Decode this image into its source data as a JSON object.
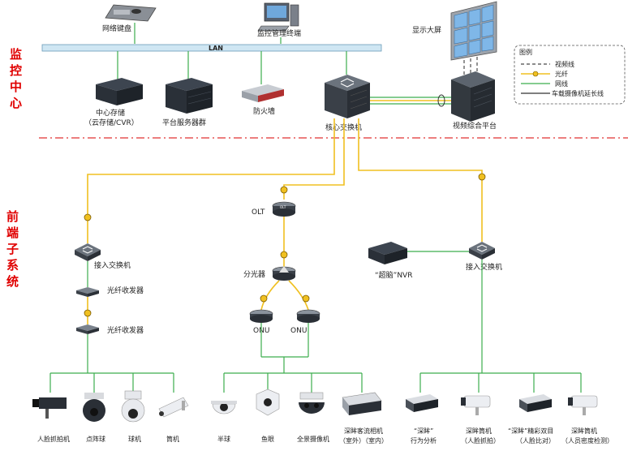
{
  "sections": {
    "monitoring_center": [
      "监",
      "控",
      "中",
      "心"
    ],
    "front_end": [
      "前",
      "端",
      "子",
      "系",
      "统"
    ]
  },
  "lan_label": "LAN",
  "top": {
    "keyboard": "网络键盘",
    "terminal": "监控管理终端",
    "screen": "显示大屏"
  },
  "center": {
    "storage_line1": "中心存储",
    "storage_line2": "（云存储/CVR）",
    "server": "平台服务器群",
    "firewall": "防火墙",
    "core_switch": "核心交换机",
    "video_platform": "视频综合平台"
  },
  "legend": {
    "title": "图例",
    "video_line": "视频线",
    "fiber": "光纤",
    "network": "网线",
    "vehicle_ext": "车载摄像机延长线"
  },
  "frontend": {
    "access_switch_left": "接入交换机",
    "transceiver_1": "光纤收发器",
    "transceiver_2": "光纤收发器",
    "olt": "OLT",
    "splitter": "分光器",
    "onu_1": "ONU",
    "onu_2": "ONU",
    "nvr": "“超脑”NVR",
    "access_switch_right": "接入交换机"
  },
  "cameras": [
    {
      "line1": "人脸抓拍机",
      "line2": ""
    },
    {
      "line1": "点阵球",
      "line2": ""
    },
    {
      "line1": "球机",
      "line2": ""
    },
    {
      "line1": "筒机",
      "line2": ""
    },
    {
      "line1": "半球",
      "line2": ""
    },
    {
      "line1": "鱼眼",
      "line2": ""
    },
    {
      "line1": "全景摄像机",
      "line2": ""
    },
    {
      "line1": "深眸客流相机",
      "line2": "（室外）（室内）"
    },
    {
      "line1": "“深眸”",
      "line2": "行为分析"
    },
    {
      "line1": "深眸筒机",
      "line2": "（人脸抓拍）"
    },
    {
      "line1": "“深眸”精彩双目",
      "line2": "（人脸比对）"
    },
    {
      "line1": "深眸筒机",
      "line2": "（人员密度检测）"
    }
  ]
}
